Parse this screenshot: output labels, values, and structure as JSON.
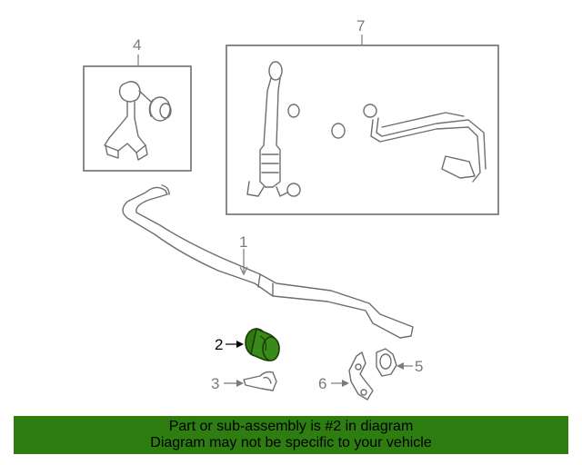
{
  "callouts": {
    "c1": "1",
    "c2": "2",
    "c3": "3",
    "c4": "4",
    "c5": "5",
    "c6": "6",
    "c7": "7"
  },
  "highlight": {
    "part_number": "2",
    "color": "#3a8a1a",
    "stroke": "#1f4d0a"
  },
  "footer": {
    "line1": "Part or sub-assembly is #2 in diagram",
    "line2": "Diagram may not be specific to your vehicle",
    "background": "#2e7d10"
  }
}
